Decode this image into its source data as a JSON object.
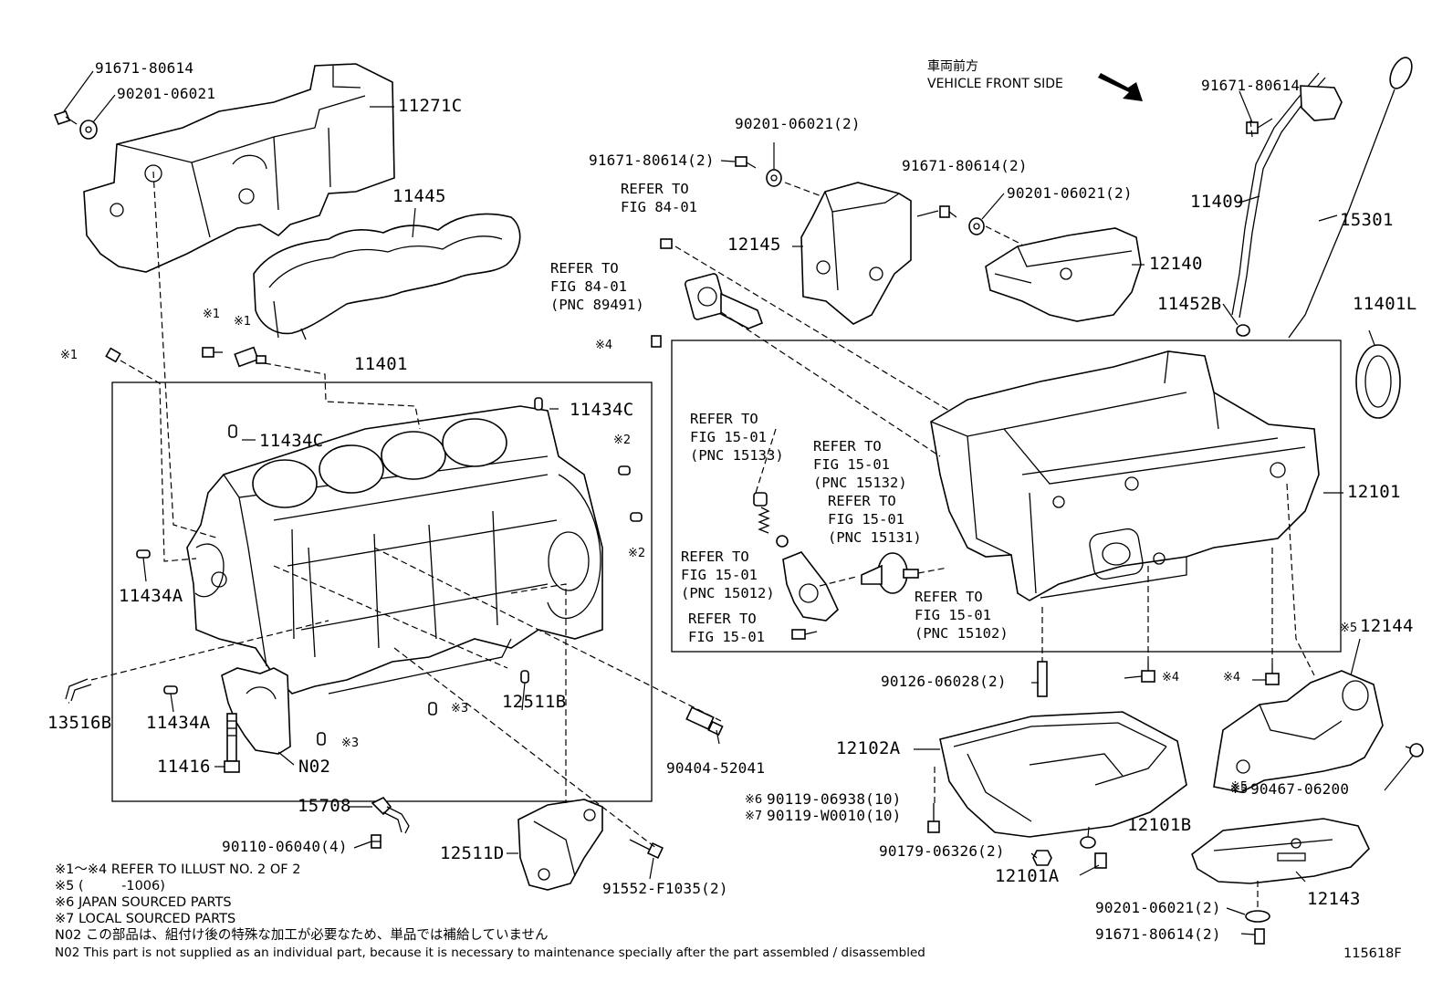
{
  "header": {
    "front_jp": "車両前方",
    "front_en": "VEHICLE FRONT SIDE"
  },
  "labels": {
    "p91671_80614_a": "91671-80614",
    "p90201_06021_a": "90201-06021",
    "p11271C": "11271C",
    "p11445": "11445",
    "p90201_06021_2a": "90201-06021(2)",
    "p91671_80614_2a": "91671-80614(2)",
    "p91671_80614_2b": "91671-80614(2)",
    "p90201_06021_2b": "90201-06021(2)",
    "p12145": "12145",
    "p12140": "12140",
    "p91671_80614_b": "91671-80614",
    "p11409": "11409",
    "p15301": "15301",
    "p11452B": "11452B",
    "p11401L": "11401L",
    "p11401": "11401",
    "p11434C_a": "11434C",
    "p11434C_b": "11434C",
    "p11434A_a": "11434A",
    "p11434A_b": "11434A",
    "p13516B": "13516B",
    "p11416": "11416",
    "pN02": "N02",
    "p12511B": "12511B",
    "p90404_52041": "90404-52041",
    "p15708": "15708",
    "p90110_06040": "90110-06040(4)",
    "p12511D": "12511D",
    "p91552_F1035": "91552-F1035(2)",
    "p12101": "12101",
    "p12144": "12144",
    "p90126_06028": "90126-06028(2)",
    "p12102A": "12102A",
    "p90119_06938": "90119-06938(10)",
    "p90119_W0010": "90119-W0010(10)",
    "p90467_06200": "90467-06200",
    "p12101B": "12101B",
    "p90179_06326": "90179-06326(2)",
    "p12101A": "12101A",
    "p12143": "12143",
    "p90201_06021_2c": "90201-06021(2)",
    "p91671_80614_2c": "91671-80614(2)"
  },
  "marks": {
    "m1": "※1",
    "m2": "※2",
    "m3": "※3",
    "m4": "※4",
    "m5": "※5",
    "m6": "※6",
    "m7": "※7"
  },
  "refs": {
    "r_fig84_a": "REFER TO\nFIG 84-01",
    "r_fig84_b": "REFER TO\nFIG 84-01\n(PNC 89491)",
    "r_15133": "REFER TO\nFIG 15-01\n(PNC 15133)",
    "r_15132": "REFER TO\nFIG 15-01\n(PNC 15132)",
    "r_15131": "REFER TO\nFIG 15-01\n(PNC 15131)",
    "r_15012": "REFER TO\nFIG 15-01\n(PNC 15012)",
    "r_1501": "REFER TO\nFIG 15-01",
    "r_15102": "REFER TO\nFIG 15-01\n(PNC 15102)"
  },
  "notes": {
    "n1": "※1～※4  REFER TO ILLUST NO. 2 OF 2",
    "n5": "※5 (         -1006)",
    "n6": "※6 JAPAN SOURCED PARTS",
    "n7": "※7 LOCAL SOURCED PARTS",
    "n02_jp": "N02  この部品は、組付け後の特殊な加工が必要なため、単品では補給していません",
    "n02_en": "N02  This part is not supplied as an individual part, because it is necessary to maintenance specially after the part assembled / disassembled",
    "illust_no": "115618F"
  }
}
